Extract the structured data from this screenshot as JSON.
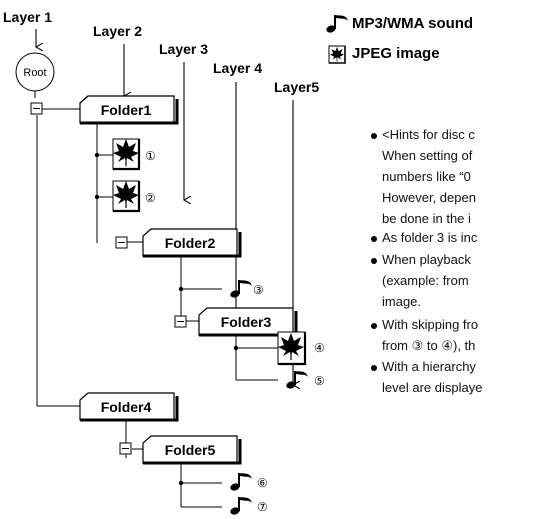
{
  "layers": {
    "layer1": "Layer 1",
    "layer2": "Layer 2",
    "layer3": "Layer 3",
    "layer4": "Layer 4",
    "layer5": "Layer5"
  },
  "root_label": "Root",
  "folders": {
    "folder1": "Folder1",
    "folder2": "Folder2",
    "folder3": "Folder3",
    "folder4": "Folder4",
    "folder5": "Folder5"
  },
  "file_numbers": [
    "①",
    "②",
    "③",
    "④",
    "⑤",
    "⑥",
    "⑦"
  ],
  "collapse_symbol": "−",
  "legend": {
    "mp3": {
      "icon": "music-note-icon",
      "label": "MP3/WMA sound"
    },
    "jpeg": {
      "icon": "jpeg-leaf-icon",
      "label": "JPEG image"
    }
  },
  "hints": [
    {
      "lines": [
        "<Hints for disc c",
        "When setting of",
        "numbers like “0",
        "However, depen",
        "be done in the i"
      ]
    },
    {
      "lines": [
        "As folder 3 is inc"
      ]
    },
    {
      "lines": [
        "When playback",
        "(example: from ",
        "image."
      ]
    },
    {
      "lines": [
        "With skipping fro",
        "from ③ to ④), th"
      ]
    },
    {
      "lines": [
        "With a hierarchy",
        "level are displaye"
      ]
    }
  ]
}
